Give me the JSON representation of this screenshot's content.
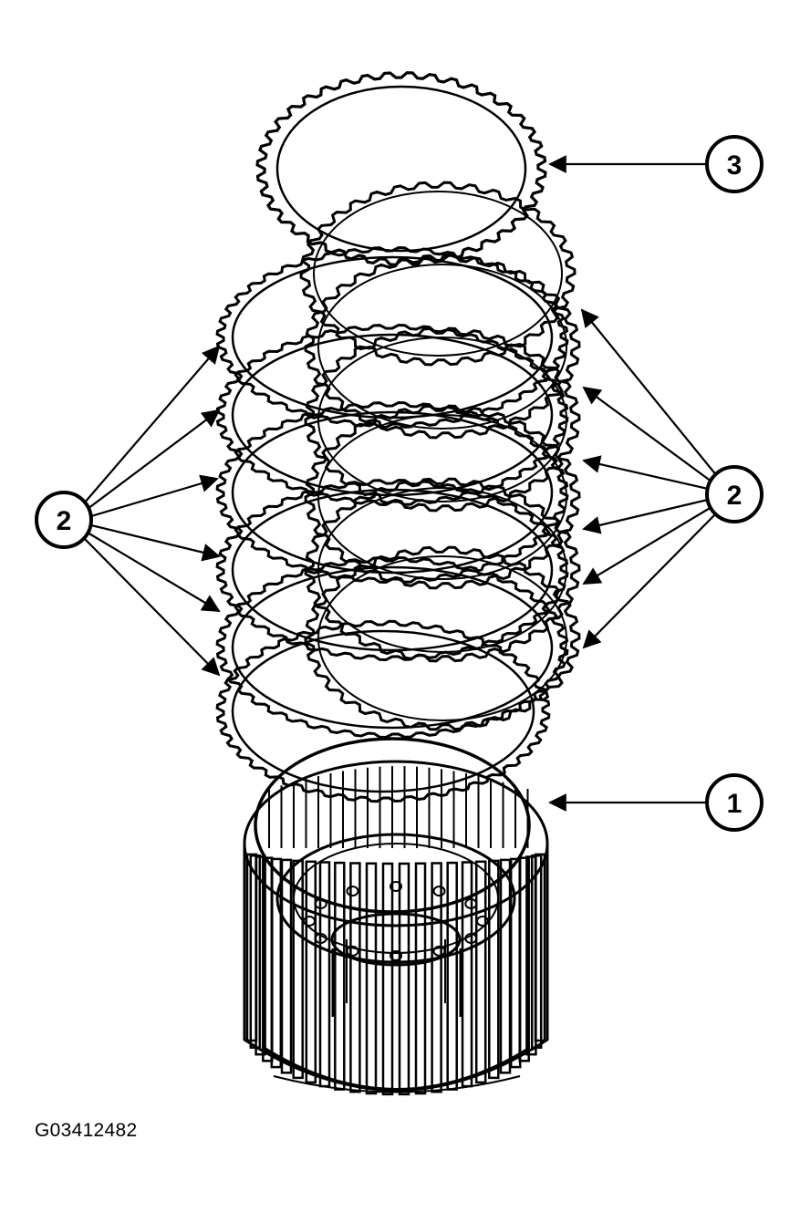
{
  "figure": {
    "code": "G03412482",
    "ink_color": "#000000",
    "background_color": "#ffffff"
  },
  "callouts": [
    {
      "id": "callout-1",
      "label": "1"
    },
    {
      "id": "callout-2-left",
      "label": "2"
    },
    {
      "id": "callout-2-right",
      "label": "2"
    },
    {
      "id": "callout-3",
      "label": "3"
    }
  ]
}
